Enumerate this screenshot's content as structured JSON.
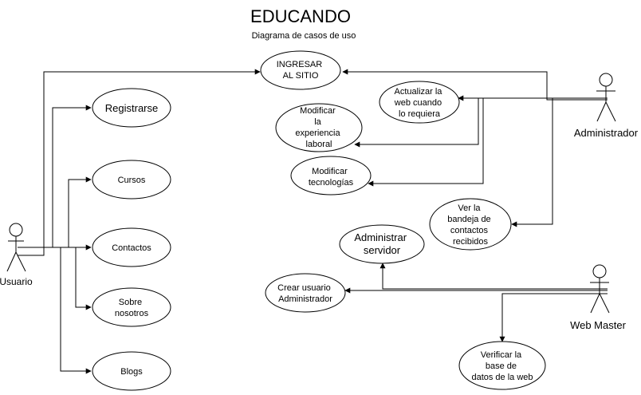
{
  "title": "EDUCANDO",
  "subtitle": "Diagrama de casos de uso",
  "actors": {
    "usuario": "Usuario",
    "administrador": "Administrador",
    "webmaster": "Web Master"
  },
  "use_cases": {
    "ingresar": [
      "INGRESAR",
      "AL SITIO"
    ],
    "registrarse": [
      "Registrarse"
    ],
    "cursos": [
      "Cursos"
    ],
    "contactos": [
      "Contactos"
    ],
    "sobre": [
      "Sobre",
      "nosotros"
    ],
    "blogs": [
      "Blogs"
    ],
    "actualizar": [
      "Actualizar la",
      "web cuando",
      "lo requiera"
    ],
    "modificar_exp": [
      "Modificar",
      "la",
      "experiencia",
      "laboral"
    ],
    "modificar_tec": [
      "Modificar",
      "tecnologías"
    ],
    "bandeja": [
      "Ver la",
      "bandeja de",
      "contactos",
      "recibidos"
    ],
    "administrar": [
      "Administrar",
      "servidor"
    ],
    "crear": [
      "Crear usuario",
      "Administrador"
    ],
    "verificar": [
      "Verificar la",
      "base de",
      "datos de la web"
    ]
  }
}
